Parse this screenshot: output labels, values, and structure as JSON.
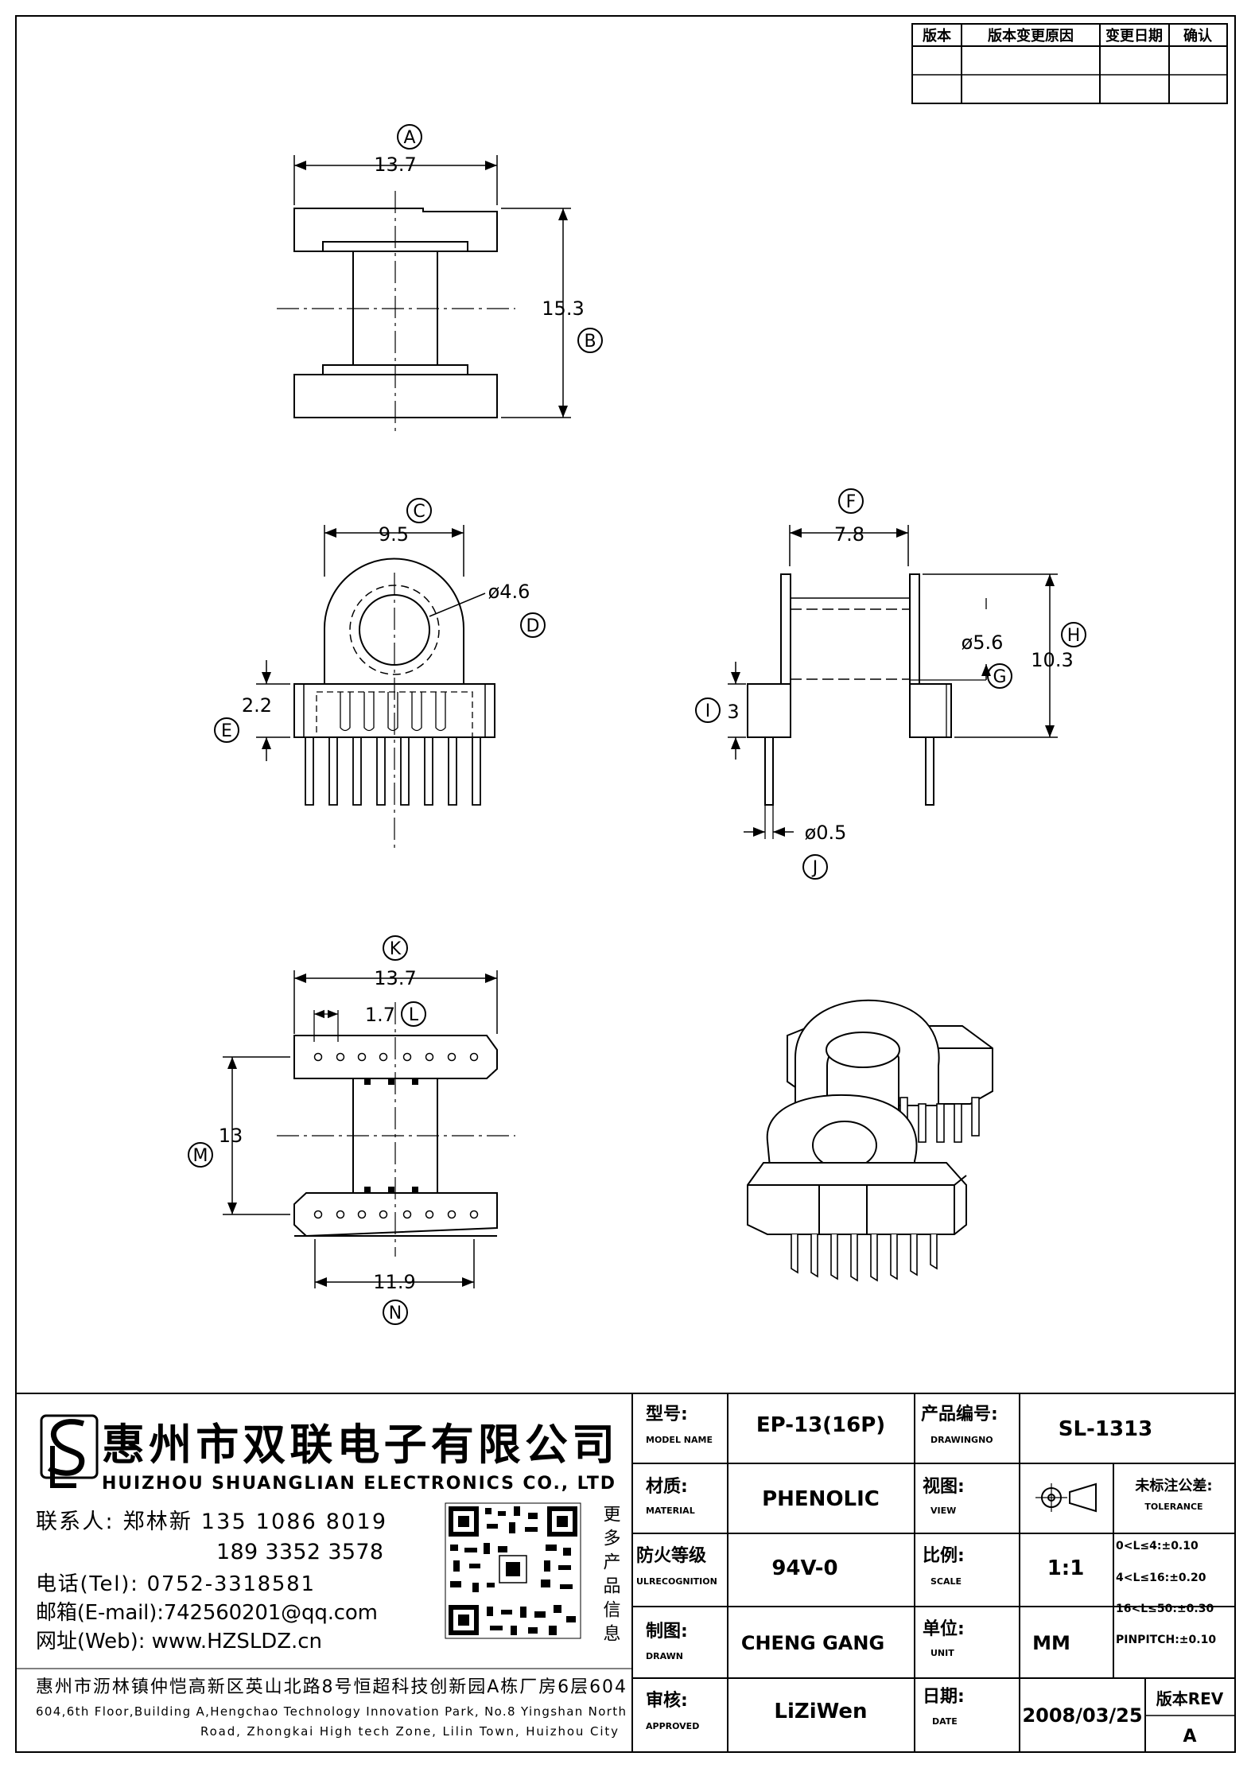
{
  "revision_table": {
    "headers": [
      "版本",
      "版本变更原因",
      "变更日期",
      "确认"
    ]
  },
  "views": {
    "top": {
      "label_a": "A",
      "dim_a": "13.7",
      "label_b": "B",
      "dim_b": "15.3"
    },
    "front": {
      "label_c": "C",
      "dim_c": "9.5",
      "dim_d": "ø4.6",
      "label_d": "D",
      "dim_e": "2.2",
      "label_e": "E"
    },
    "side": {
      "label_f": "F",
      "dim_f": "7.8",
      "dim_g": "ø5.6",
      "label_g": "G",
      "dim_h": "10.3",
      "label_h": "H",
      "label_i": "I",
      "dim_i": "3",
      "dim_j": "ø0.5",
      "label_j": "J"
    },
    "bottom": {
      "label_k": "K",
      "dim_k": "13.7",
      "dim_l": "1.7",
      "label_l": "L",
      "dim_m": "13",
      "label_m": "M",
      "dim_n": "11.9",
      "label_n": "N"
    }
  },
  "company": {
    "name_cn": "惠州市双联电子有限公司",
    "name_en": "HUIZHOU SHUANGLIAN ELECTRONICS CO., LTD",
    "contact": "联系人: 郑林新  135 1086 8019",
    "contact2": "189 3352 3578",
    "tel": "电话(Tel): 0752-3318581",
    "email": "邮箱(E-mail):742560201@qq.com",
    "web": "网址(Web): www.HZSLDZ.cn",
    "more_info": "更多产品信息",
    "address_cn": "惠州市沥林镇仲恺高新区英山北路8号恒超科技创新园A栋厂房6层604",
    "address_en1": "604,6th Floor,Building A,Hengchao Technology Innovation Park, No.8 Yingshan North",
    "address_en2": "Road, Zhongkai High tech Zone, Lilin Town, Huizhou City"
  },
  "title_block": {
    "model_label": "型号:",
    "model_label_en": "MODEL NAME",
    "model_value": "EP-13(16P)",
    "drawing_label": "产品编号:",
    "drawing_label_en": "DRAWINGNO",
    "drawing_value": "SL-1313",
    "material_label": "材质:",
    "material_label_en": "MATERIAL",
    "material_value": "PHENOLIC",
    "view_label": "视图:",
    "view_label_en": "VIEW",
    "tolerance_label": "未标注公差:",
    "tolerance_label_en": "TOLERANCE",
    "tolerances": [
      "0<L≤4:±0.10",
      "4<L≤16:±0.20",
      "16<L≤50:±0.30",
      "PINPITCH:±0.10"
    ],
    "fire_label": "防火等级",
    "fire_label_en": "ULRECOGNITION",
    "fire_value": "94V-0",
    "scale_label": "比例:",
    "scale_label_en": "SCALE",
    "scale_value": "1:1",
    "drawn_label": "制图:",
    "drawn_label_en": "DRAWN",
    "drawn_value": "CHENG GANG",
    "unit_label": "单位:",
    "unit_label_en": "UNIT",
    "unit_value": "MM",
    "approved_label": "审核:",
    "approved_label_en": "APPROVED",
    "approved_value": "LiZiWen",
    "date_label": "日期:",
    "date_label_en": "DATE",
    "date_value": "2008/03/25",
    "rev_label": "版本REV",
    "rev_value": "A"
  },
  "icons": [
    "third-angle-projection-icon",
    "logo-icon",
    "qr-code-icon"
  ]
}
